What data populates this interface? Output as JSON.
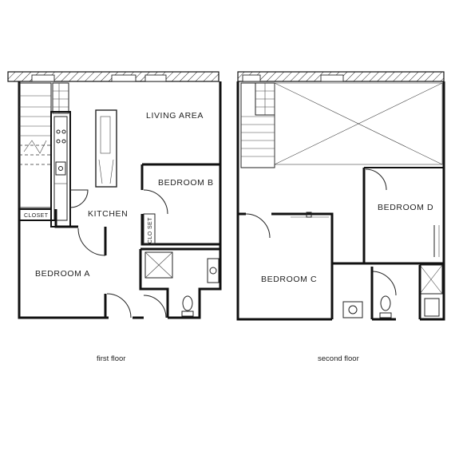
{
  "rooms": {
    "living_area": "LIVING AREA",
    "kitchen": "KITCHEN",
    "bedroom_a": "BEDROOM A",
    "bedroom_b": "BEDROOM B",
    "closet": "CLOSET",
    "clo_set": "CLO SET",
    "bedroom_c": "BEDROOM C",
    "bedroom_d": "BEDROOM D"
  },
  "captions": {
    "first": "first floor",
    "second": "second floor"
  }
}
